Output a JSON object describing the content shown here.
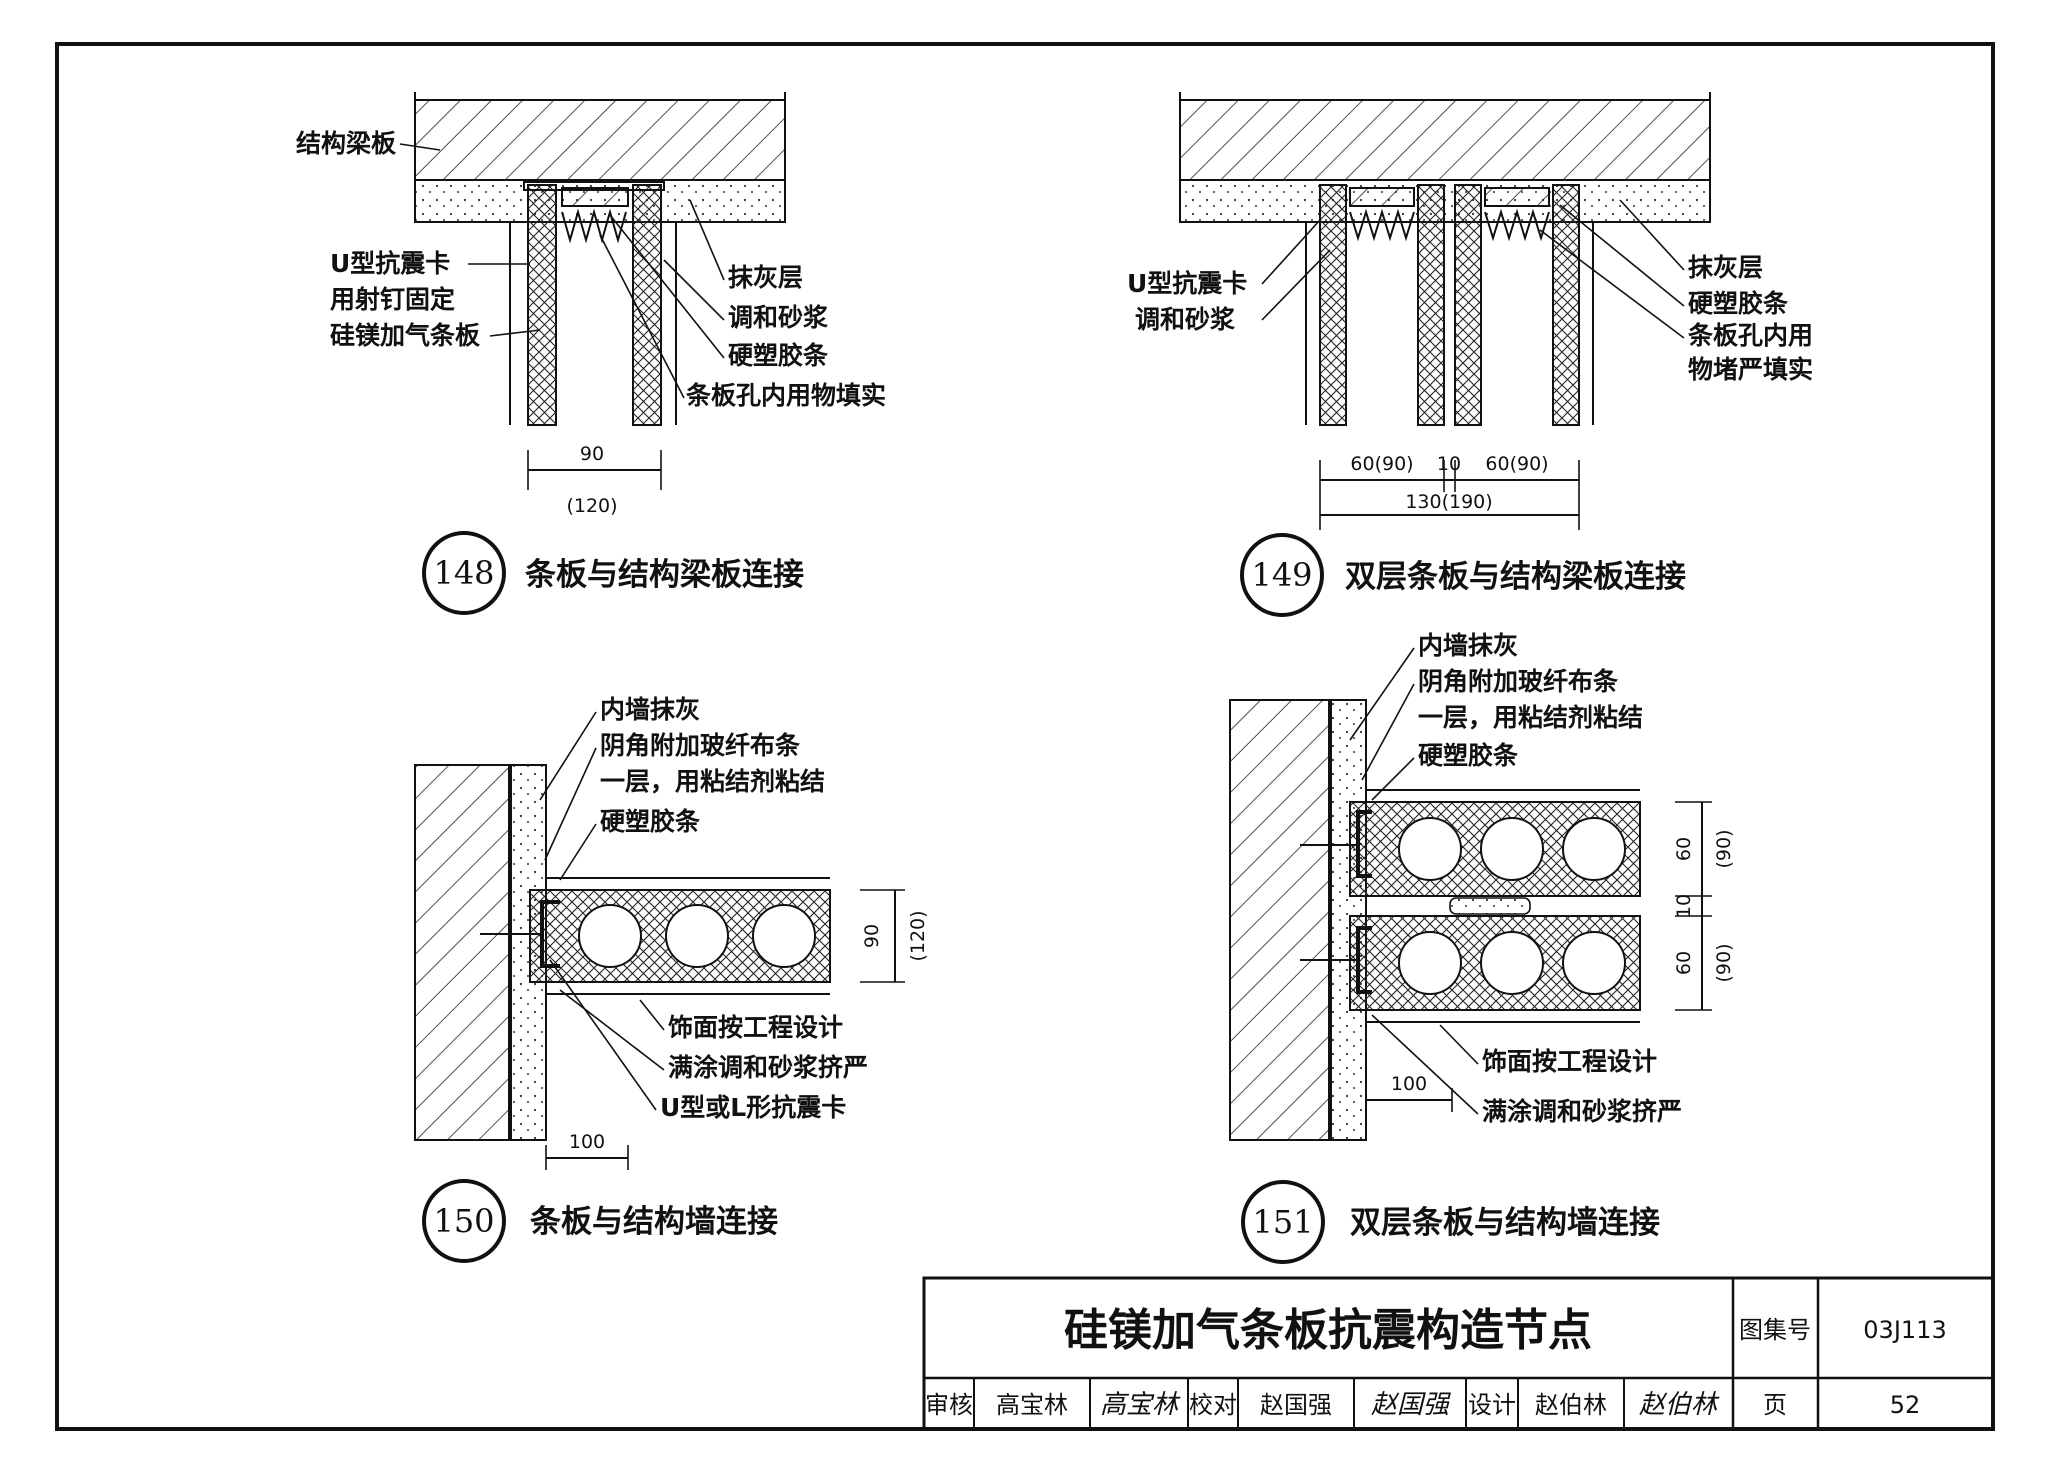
{
  "details": [
    {
      "number": "148",
      "caption": "条板与结构梁板连接",
      "labels": [
        "结构梁板",
        "U型抗震卡",
        "用射钉固定",
        "硅镁加气条板",
        "抹灰层",
        "调和砂浆",
        "硬塑胶条",
        "条板孔内用物填实"
      ],
      "dims": [
        "90",
        "(120)"
      ]
    },
    {
      "number": "149",
      "caption": "双层条板与结构梁板连接",
      "labels": [
        "U型抗震卡",
        "调和砂浆",
        "抹灰层",
        "硬塑胶条",
        "条板孔内用",
        "物堵严填实"
      ],
      "dims": [
        "60(90)",
        "10",
        "60(90)",
        "130(190)"
      ]
    },
    {
      "number": "150",
      "caption": "条板与结构墙连接",
      "labels": [
        "内墙抹灰",
        "阴角附加玻纤布条",
        "一层，用粘结剂粘结",
        "硬塑胶条",
        "饰面按工程设计",
        "满涂调和砂浆挤严",
        "U型或L形抗震卡"
      ],
      "dims": [
        "90",
        "(120)",
        "100"
      ]
    },
    {
      "number": "151",
      "caption": "双层条板与结构墙连接",
      "labels": [
        "内墙抹灰",
        "阴角附加玻纤布条",
        "一层，用粘结剂粘结",
        "硬塑胶条",
        "饰面按工程设计",
        "满涂调和砂浆挤严"
      ],
      "dims": [
        "60",
        "(90)",
        "10",
        "60",
        "(90)",
        "100"
      ]
    }
  ],
  "title_block": {
    "title": "硅镁加气条板抗震构造节点",
    "atlas_label": "图集号",
    "atlas_no": "03J113",
    "review_label": "审核",
    "reviewer": "高宝林",
    "reviewer_sig": "高宝林",
    "check_label": "校对",
    "checker": "赵国强",
    "checker_sig": "赵国强",
    "design_label": "设计",
    "designer": "赵伯林",
    "designer_sig": "赵伯林",
    "page_label": "页",
    "page_no": "52"
  }
}
